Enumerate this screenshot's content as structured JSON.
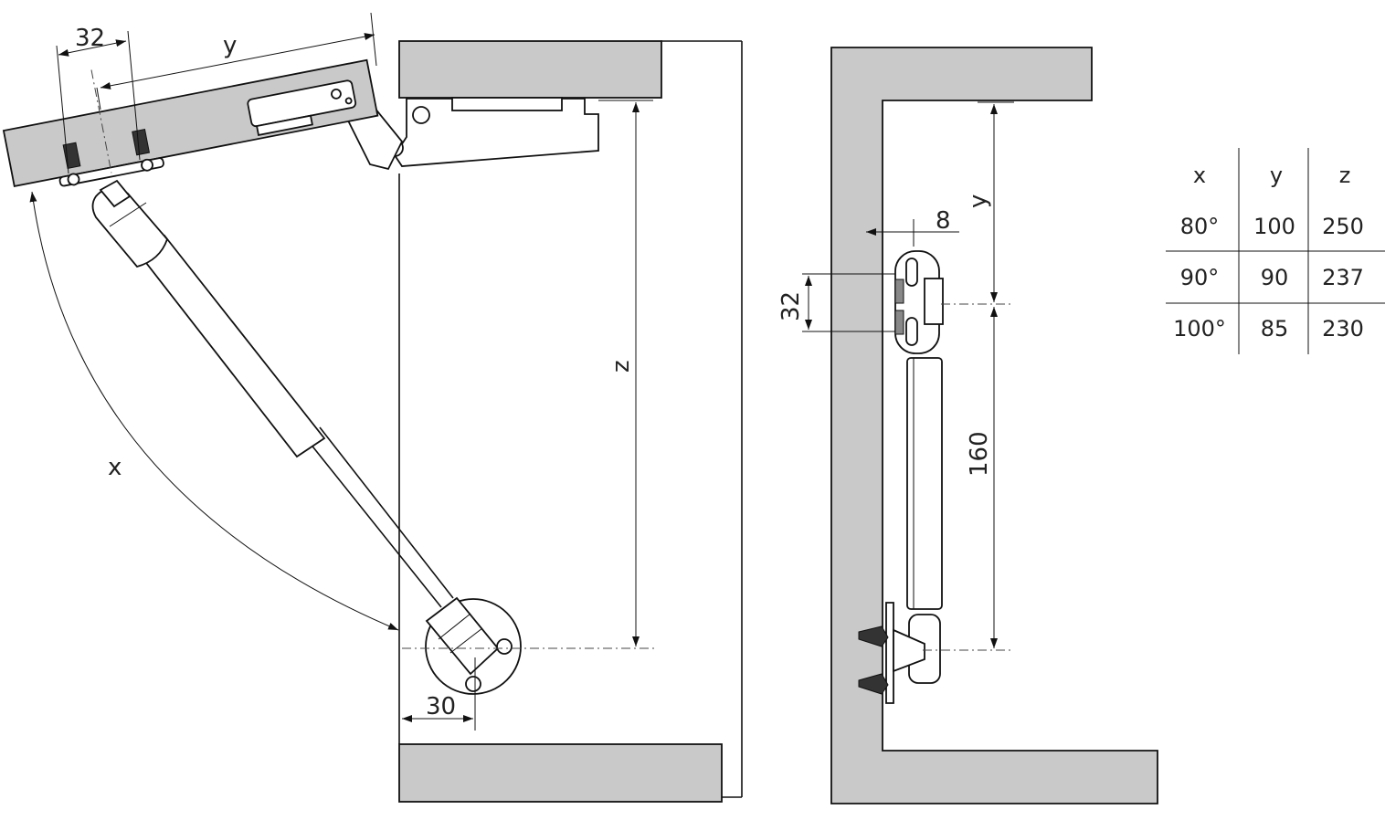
{
  "left_view": {
    "dim_32": "32",
    "dim_y": "y",
    "dim_z": "z",
    "dim_x": "x",
    "dim_30": "30"
  },
  "right_view": {
    "dim_8": "8",
    "dim_y": "y",
    "dim_32": "32",
    "dim_160": "160"
  },
  "table": {
    "headers": [
      "x",
      "y",
      "z"
    ],
    "rows": [
      [
        "80°",
        "100",
        "250"
      ],
      [
        "90°",
        "90",
        "237"
      ],
      [
        "100°",
        "85",
        "230"
      ]
    ]
  },
  "colors": {
    "panel": "#c9c9c9",
    "line": "#111111"
  }
}
